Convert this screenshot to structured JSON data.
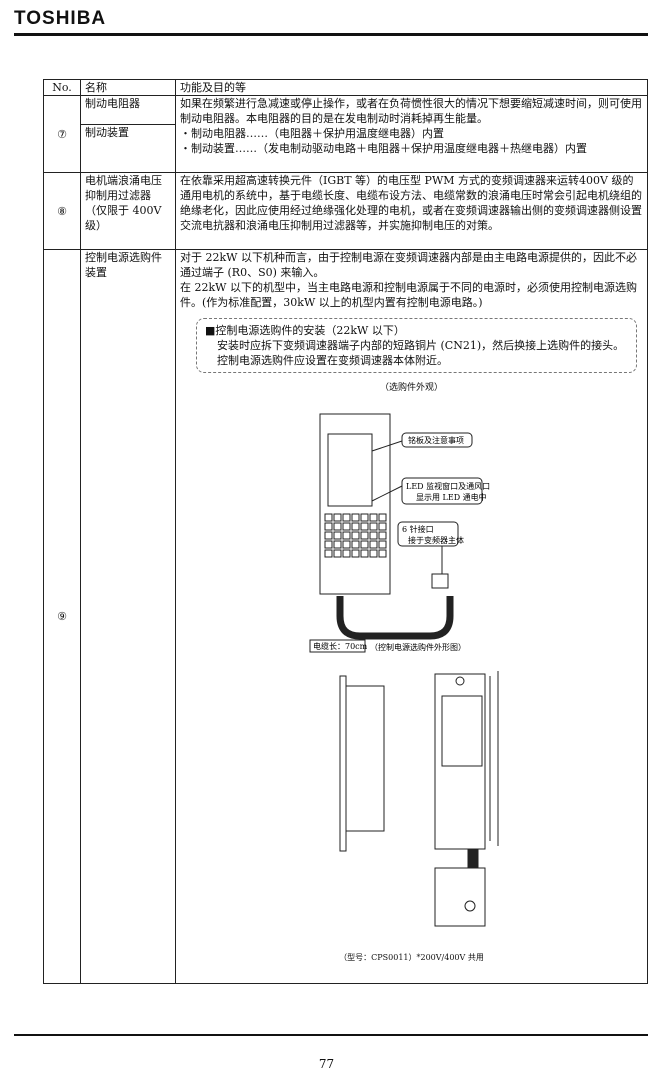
{
  "header": {
    "logo": "TOSHIBA"
  },
  "table": {
    "headers": [
      "No.",
      "名称",
      "功能及目的等"
    ],
    "row7": {
      "no": "⑦",
      "name1": "制动电阻器",
      "name2": "制动装置",
      "text": "如果在频繁进行急减速或停止操作，或者在负荷惯性很大的情况下想要缩短减速时间，则可使用制动电阻器。本电阻器的目的是在发电制动时消耗掉再生能量。",
      "bullet1": "・制动电阻器……（电阻器＋保护用温度继电器）内置",
      "bullet2": "・制动装置……（发电制动驱动电路＋电阻器＋保护用温度继电器＋热继电器）内置"
    },
    "row8": {
      "no": "⑧",
      "name": "电机端浪涌电压抑制用过滤器",
      "name_note": "（仅限于 400V级）",
      "text": "在依靠采用超高速转换元件（IGBT 等）的电压型 PWM 方式的变频调速器来运转400V 级的通用电机的系统中，基于电缆长度、电缆布设方法、电缆常数的浪涌电压时常会引起电机绕组的绝缘老化，因此应使用经过绝缘强化处理的电机，或者在变频调速器输出侧的变频调速器侧设置交流电抗器和浪涌电压抑制用过滤器等，并实施抑制电压的对策。"
    },
    "row9": {
      "no": "⑨",
      "name": "控制电源选购件装置",
      "p1": "对于 22kW 以下机种而言，由于控制电源在变频调速器内部是由主电路电源提供的，因此不必通过端子 (R0、S0) 来输入。",
      "p2": "在 22kW 以下的机型中，当主电路电源和控制电源属于不同的电源时，必须使用控制电源选购件。(作为标准配置，30kW 以上的机型内置有控制电源电路。)",
      "box_title": "■控制电源选购件的安装（22kW 以下）",
      "box_l1": "安装时应拆下变频调速器端子内部的短路铜片 (CN21)，然后换接上选购件的接头。",
      "box_l2": "控制电源选购件应设置在变频调速器本体附近。",
      "fig1_caption": "（选购件外观）",
      "callout1": "铭板及注意事项",
      "callout2a": "LED 监视窗口及通风口",
      "callout2b": "显示用 LED 通电中",
      "callout3a": "6 针接口",
      "callout3b": "接于变频器主体",
      "cable": "电缆长：70cm",
      "fig2_caption": "（控制电源选购件外形图）",
      "model": "（型号：CPS0011）*200V/400V 共用"
    }
  },
  "footer": {
    "page": "77"
  }
}
